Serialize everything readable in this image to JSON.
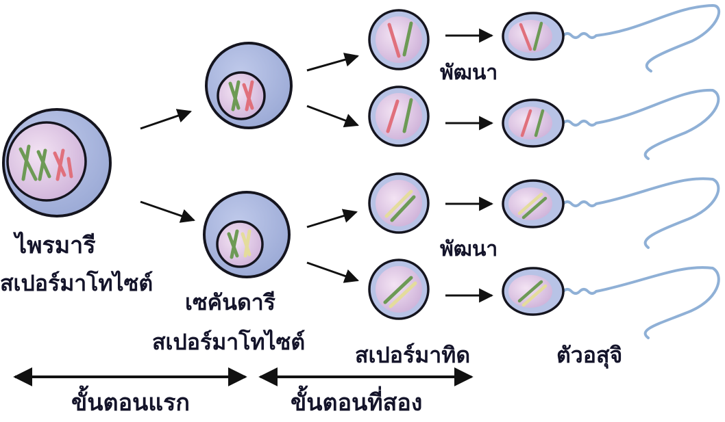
{
  "labels": {
    "primary_line1": "ไพรมารี",
    "primary_line2": "สเปอร์มาโทไซต์",
    "secondary_line1": "เซคันดารี",
    "secondary_line2": "สเปอร์มาโทไซต์",
    "develop_top": "พัฒนา",
    "develop_bottom": "พัฒนา",
    "spermatid": "สเปอร์มาทิด",
    "sperm": "ตัวอสุจิ",
    "stage_first": "ขั้นตอนแรก",
    "stage_second": "ขั้นตอนที่สอง"
  },
  "colors": {
    "cytoplasm": "#a9b6de",
    "outline": "#15151f",
    "nucleus": "#e4c8e6",
    "chromosome_red": "#e0707c",
    "chromosome_green": "#6d9a55",
    "chromosome_yellow": "#e4dc9c",
    "tail": "#8fb0d6",
    "arrow": "#111111"
  }
}
